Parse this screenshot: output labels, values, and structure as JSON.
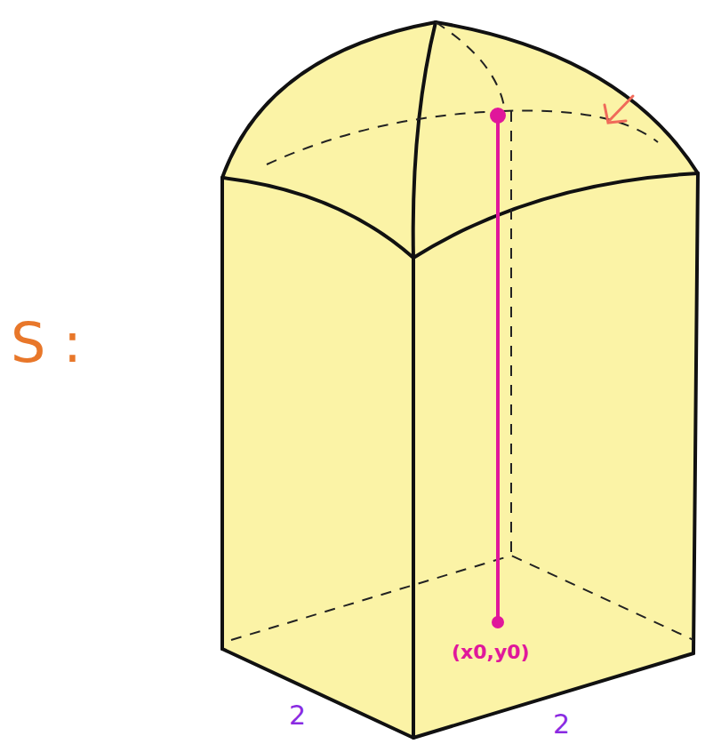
{
  "diagram": {
    "labels": [
      "S :",
      "(x0,y0)",
      "2",
      "2"
    ]
  }
}
